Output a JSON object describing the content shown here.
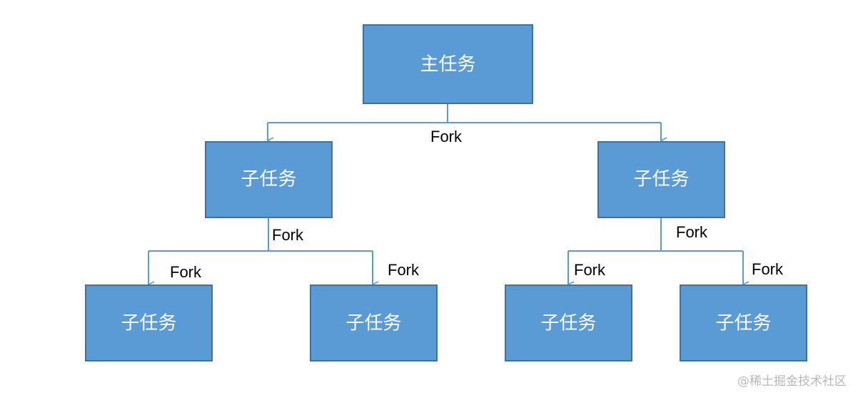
{
  "nodes": {
    "root": "主任务",
    "mid_left": "子任务",
    "mid_right": "子任务",
    "leaf_1": "子任务",
    "leaf_2": "子任务",
    "leaf_3": "子任务",
    "leaf_4": "子任务"
  },
  "edges": {
    "root_fork": "Fork",
    "mid_left_fork": "Fork",
    "leaf_1_fork": "Fork",
    "leaf_2_fork": "Fork",
    "mid_right_fork": "Fork",
    "leaf_3_fork": "Fork",
    "leaf_4_fork": "Fork"
  },
  "watermark": "@稀土掘金技术社区",
  "colors": {
    "node_fill": "#5b9bd5",
    "node_border": "#41719c",
    "connector": "#5b9bd5",
    "node_text": "#ffffff"
  }
}
